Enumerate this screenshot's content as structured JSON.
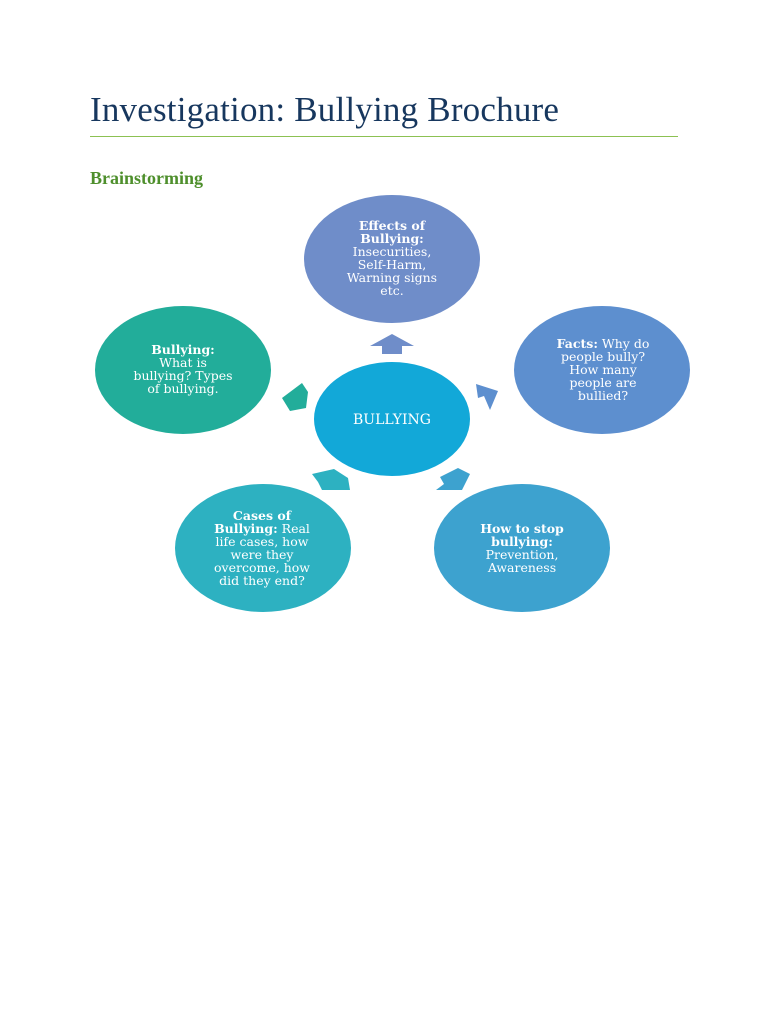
{
  "document": {
    "title": "Investigation: Bullying Brochure",
    "section_heading": "Brainstorming"
  },
  "diagram": {
    "center": "BULLYING",
    "nodes": {
      "effects": {
        "lines": [
          {
            "label": "Effects of",
            "rest": ""
          },
          {
            "label": "Bullying:",
            "rest": ""
          },
          {
            "label": "",
            "rest": "Insecurities,"
          },
          {
            "label": "",
            "rest": "Self-Harm,"
          },
          {
            "label": "",
            "rest": "Warning signs"
          },
          {
            "label": "",
            "rest": "etc."
          }
        ]
      },
      "facts": {
        "lines": [
          {
            "label": "Facts:",
            "rest": " Why do"
          },
          {
            "label": "",
            "rest": "people bully?"
          },
          {
            "label": "",
            "rest": "How many"
          },
          {
            "label": "",
            "rest": "people are"
          },
          {
            "label": "",
            "rest": "bullied?"
          }
        ]
      },
      "stop": {
        "lines": [
          {
            "label": "How to stop",
            "rest": ""
          },
          {
            "label": "bullying:",
            "rest": ""
          },
          {
            "label": "",
            "rest": "Prevention,"
          },
          {
            "label": "",
            "rest": "Awareness"
          }
        ]
      },
      "cases": {
        "lines": [
          {
            "label": "Cases of",
            "rest": ""
          },
          {
            "label": "Bullying:",
            "rest": " Real"
          },
          {
            "label": "",
            "rest": "life cases, how"
          },
          {
            "label": "",
            "rest": "were they"
          },
          {
            "label": "",
            "rest": "overcome, how"
          },
          {
            "label": "",
            "rest": "did they end?"
          }
        ]
      },
      "what": {
        "lines": [
          {
            "label": "Bullying:",
            "rest": ""
          },
          {
            "label": "",
            "rest": "What is"
          },
          {
            "label": "",
            "rest": "bullying? Types"
          },
          {
            "label": "",
            "rest": "of bullying."
          }
        ]
      }
    }
  },
  "colors": {
    "title": "#17375e",
    "rule": "#8cc152",
    "heading": "#4e8f2c",
    "center": "#12a8d8",
    "effects": "#6f8dc9",
    "facts": "#5d8fcf",
    "stop": "#3da2cf",
    "cases": "#2db1c1",
    "what": "#22ad9a"
  }
}
